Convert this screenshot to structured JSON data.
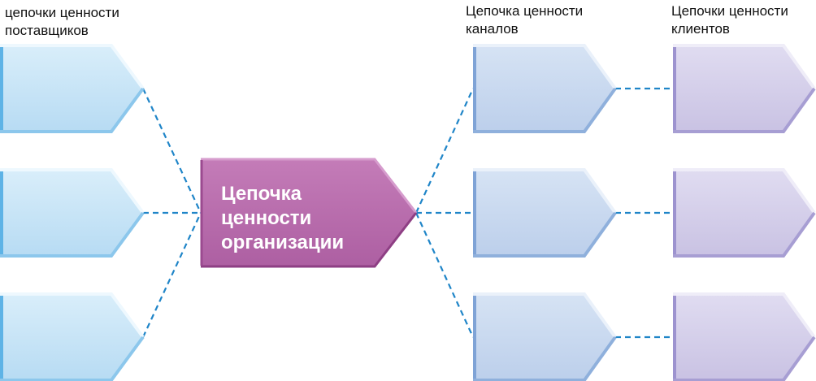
{
  "headings": {
    "suppliers": "цепочки ценности\nпоставщиков",
    "channels": "Цепочка ценности\nканалов",
    "clients": "Цепочки ценности\nклиентов"
  },
  "organization": {
    "label": "Цепочка\nценности\nорганизации"
  },
  "colors": {
    "supplier_fill": "#c6e3f6",
    "channel_fill": "#c6d8ef",
    "client_fill": "#d4cfea",
    "organization_fill": "#b66aab",
    "connector": "#1f85c8"
  }
}
